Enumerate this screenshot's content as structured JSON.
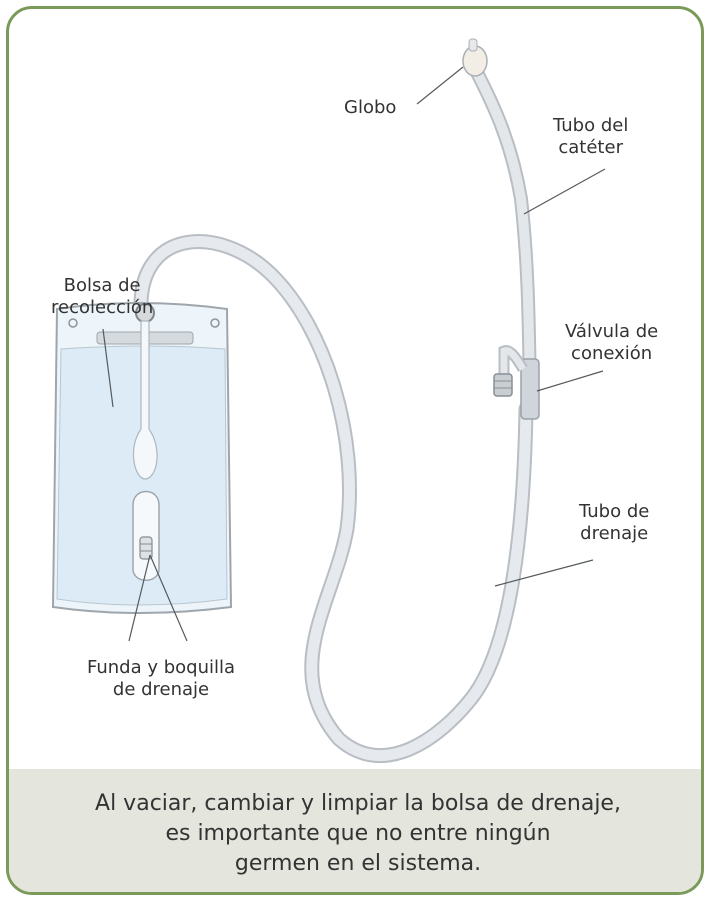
{
  "labels": {
    "globo": "Globo",
    "tubo_cateter": [
      "Tubo del",
      "catéter"
    ],
    "bolsa": [
      "Bolsa de",
      "recolección"
    ],
    "valvula": [
      "Válvula de",
      "conexión"
    ],
    "tubo_drenaje": [
      "Tubo de",
      "drenaje"
    ],
    "funda": [
      "Funda y boquilla",
      "de drenaje"
    ]
  },
  "caption": [
    "Al vaciar, cambiar y limpiar la bolsa de drenaje,",
    "es importante que no entre ningún",
    "germen en el sistema."
  ],
  "colors": {
    "border": "#7a9a5a",
    "caption_background": "#e4e5dd",
    "tube": "#dfe3e6",
    "bag": "#e9f2f8"
  }
}
